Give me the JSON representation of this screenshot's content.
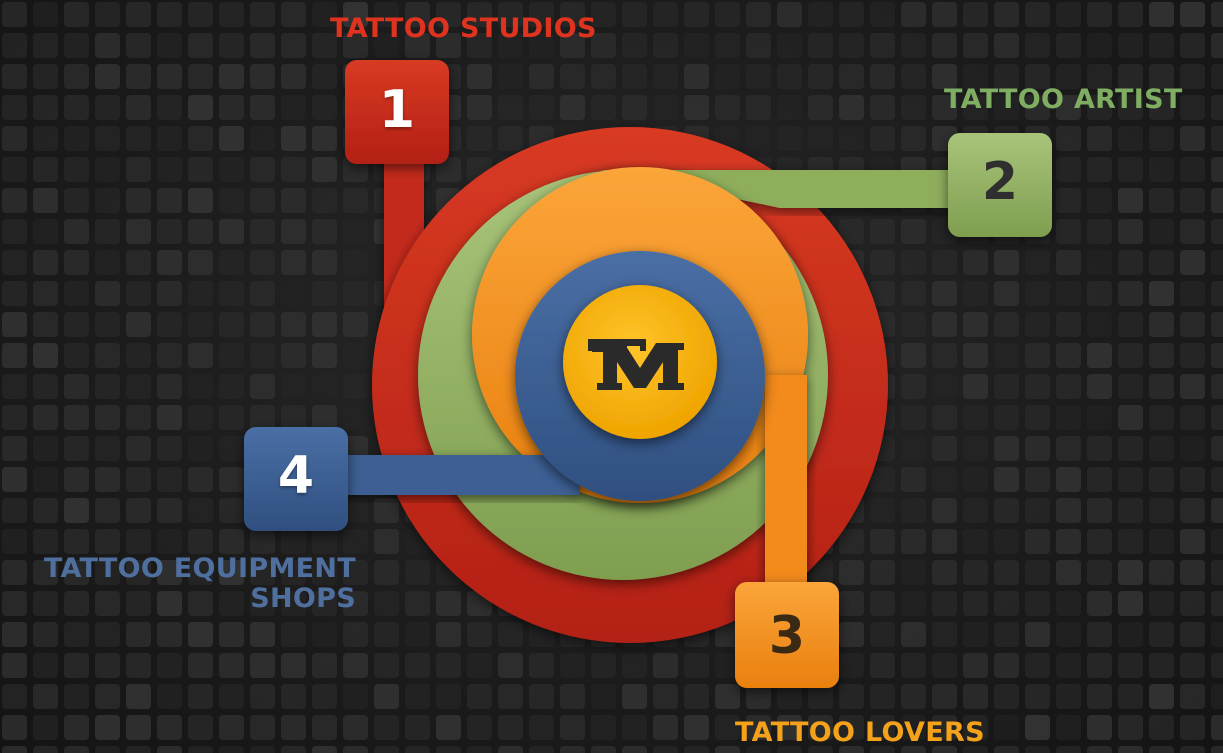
{
  "colors": {
    "background": "#1c1c1c",
    "tile": "#2b2b2b",
    "red": "#c42a1b",
    "green": "#8fae5c",
    "orange": "#f28a1e",
    "blue": "#3c5f93",
    "yellow": "#f6b20f",
    "logo_dark": "#2a2a2a"
  },
  "center": {
    "logo_text": "TM",
    "logo_icon": "tm-monogram-icon"
  },
  "segments": [
    {
      "number": "1",
      "label": "TATTOO STUDIOS",
      "color": "#e0331f"
    },
    {
      "number": "2",
      "label": "TATTOO ARTIST",
      "color": "#7fae63"
    },
    {
      "number": "3",
      "label": "TATTOO LOVERS",
      "color": "#f5a21b"
    },
    {
      "number": "4",
      "label_line1": "TATTOO EQUIPMENT",
      "label_line2": "SHOPS",
      "color": "#4f6f9f"
    }
  ]
}
